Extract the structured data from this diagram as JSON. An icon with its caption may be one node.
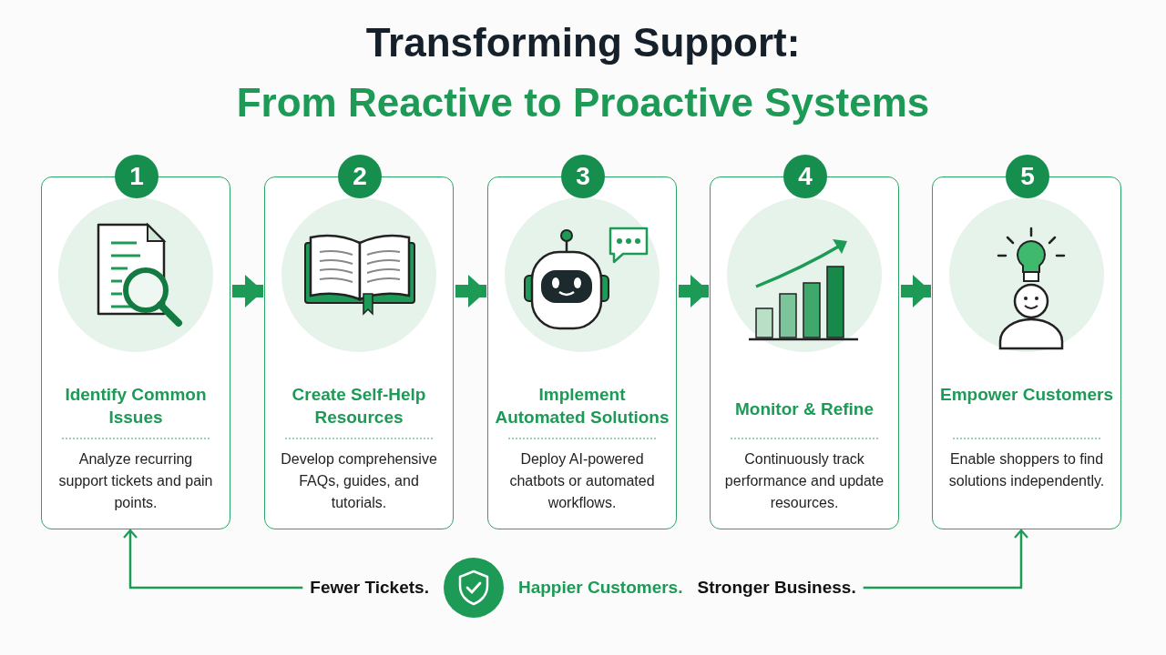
{
  "diagram": {
    "title": "Transforming Support:",
    "nodes": [
      {
        "text": [
          "1",
          "Identify Common Issues",
          "Analyze recurring support tickets and pain points."
        ]
      },
      {
        "text": [
          "2",
          "Create Self-Help Resources",
          "Develop comprehensive FAQs, guides, and tutorials."
        ]
      },
      {
        "text": [
          "3",
          "Implement Automated Solutions",
          "Deploy AI-powered chatbots or automated workflows."
        ]
      },
      {
        "text": [
          "4",
          "Monitor & Refine",
          "Continuously track performance and update resources."
        ]
      },
      {
        "text": [
          "5",
          "Empower Customers",
          "Enable shoppers to find solutions independently."
        ]
      },
      {
        "text": [
          "Fewer Tickets."
        ]
      },
      {
        "text": [
          "Stronger Business."
        ]
      }
    ],
    "edges": [
      {
        "from": 0,
        "to": 1,
        "arrow": "to"
      },
      {
        "from": 1,
        "to": 2,
        "arrow": "to"
      },
      {
        "from": 2,
        "to": 3,
        "arrow": "to"
      },
      {
        "from": 3,
        "to": 4,
        "arrow": "to"
      },
      {
        "from": 5,
        "to": 0,
        "arrow": "to"
      },
      {
        "from": 6,
        "to": 4,
        "arrow": "to"
      }
    ],
    "labels": [
      "From Reactive to Proactive Systems",
      "Happier Customers."
    ]
  }
}
